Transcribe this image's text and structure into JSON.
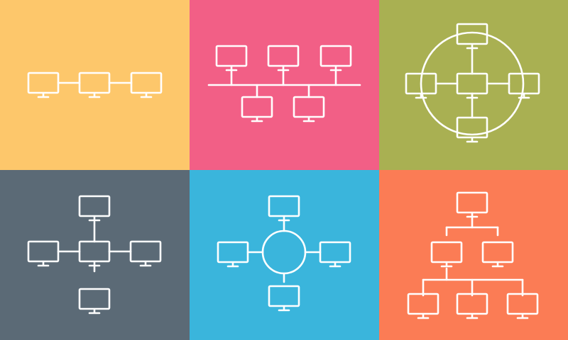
{
  "colors": {
    "panel_bus": "#fdc76b",
    "panel_tree_bus": "#f25f86",
    "panel_ring_star": "#a9b052",
    "panel_mesh_star": "#5b6a76",
    "panel_hub": "#3ab5dc",
    "panel_hierarchy": "#fb7c55",
    "stroke": "#ffffff"
  },
  "icons": {
    "monitor": "monitor-icon"
  },
  "diagrams": [
    {
      "id": "daisy-chain",
      "color_key": "panel_bus"
    },
    {
      "id": "bus",
      "color_key": "panel_tree_bus"
    },
    {
      "id": "ring-star",
      "color_key": "panel_ring_star"
    },
    {
      "id": "star-cross",
      "color_key": "panel_mesh_star"
    },
    {
      "id": "hub-circle",
      "color_key": "panel_hub"
    },
    {
      "id": "tree",
      "color_key": "panel_hierarchy"
    }
  ]
}
